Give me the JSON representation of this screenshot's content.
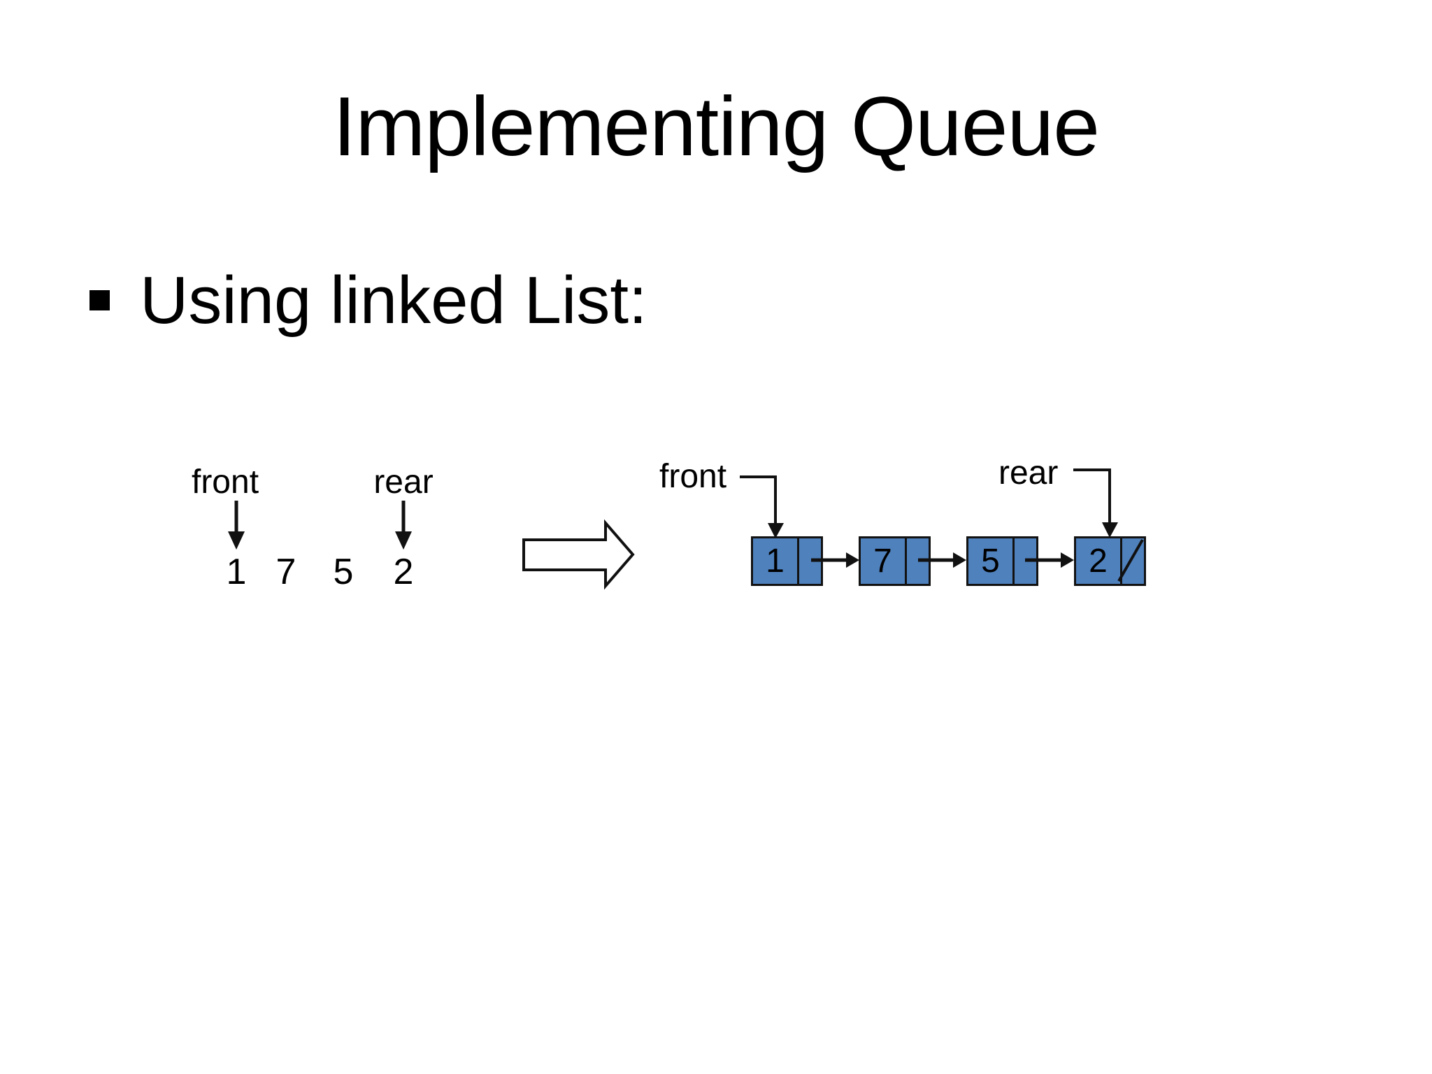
{
  "slide": {
    "title": "Implementing Queue",
    "bullet": "Using linked List:"
  },
  "array_view": {
    "front_label": "front",
    "rear_label": "rear",
    "values": [
      "1",
      "7",
      "5",
      "2"
    ]
  },
  "linked_list_view": {
    "front_label": "front",
    "rear_label": "rear",
    "nodes": [
      {
        "value": "1"
      },
      {
        "value": "7"
      },
      {
        "value": "5"
      },
      {
        "value": "2",
        "pointer": "null"
      }
    ]
  },
  "colors": {
    "background": "#ffffff",
    "text": "#000000",
    "node_fill": "#4f81bd",
    "node_border": "#121212",
    "line": "#111111"
  }
}
